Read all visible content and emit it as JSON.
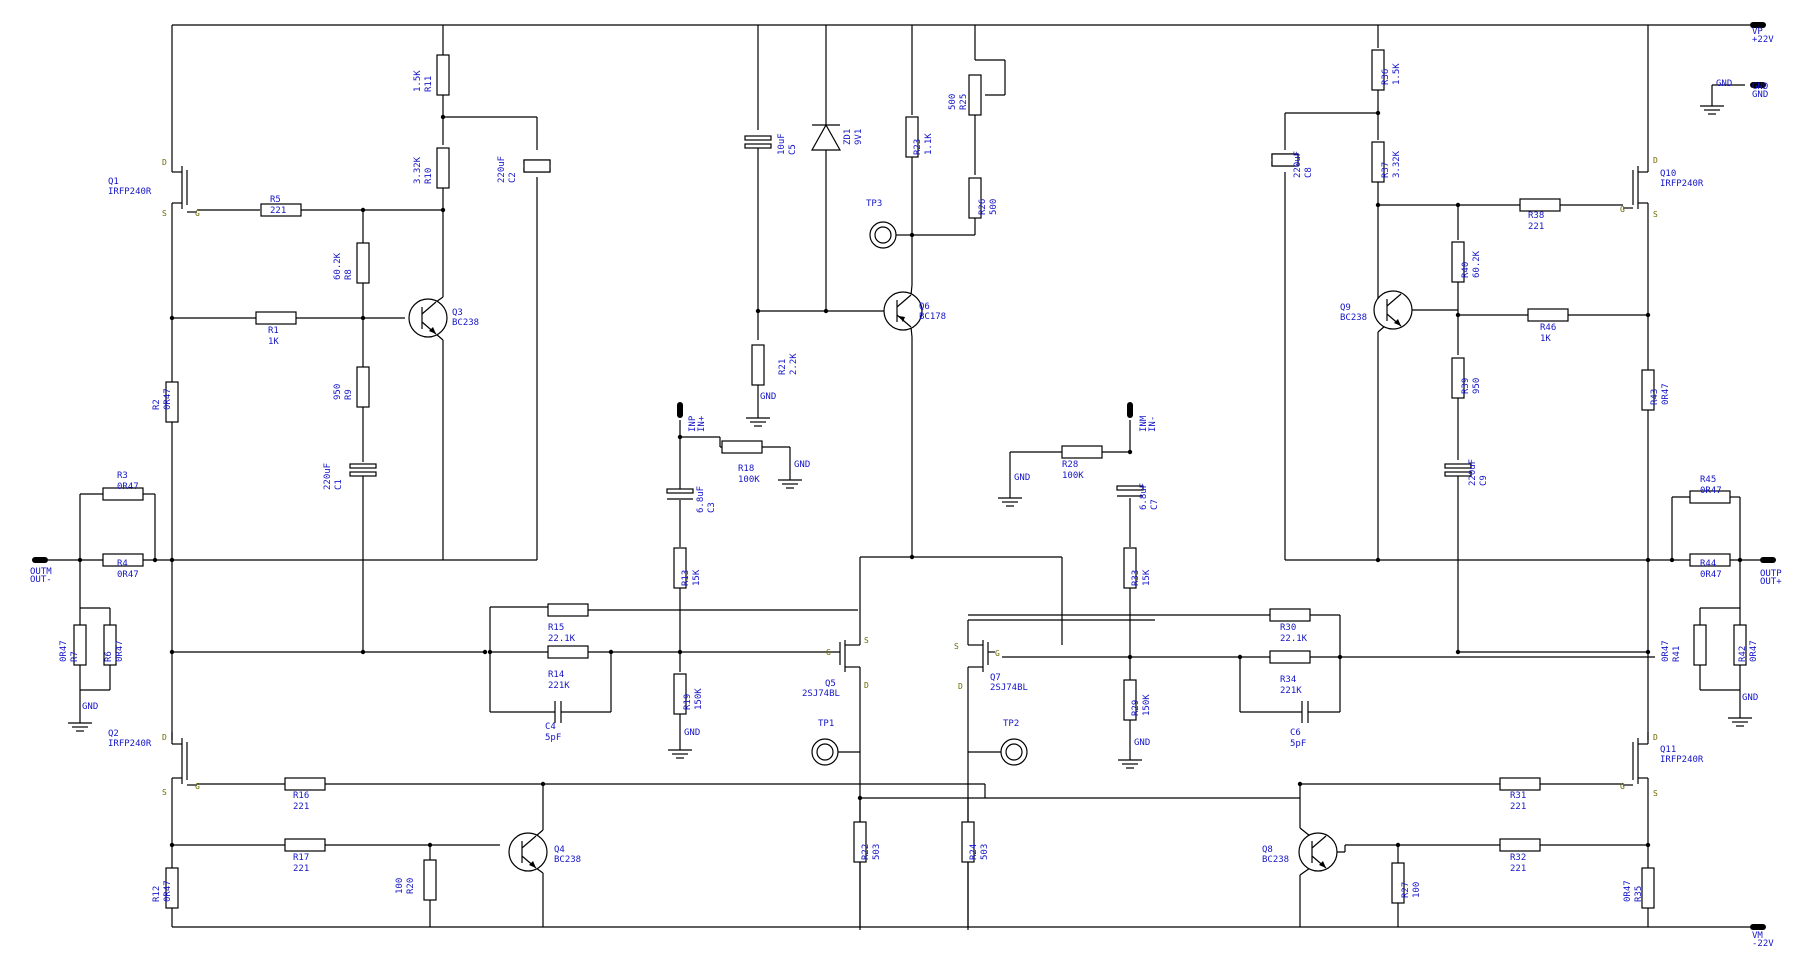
{
  "ports": {
    "vp": {
      "name": "VP",
      "value": "+22V"
    },
    "vm": {
      "name": "VM",
      "value": "-22V"
    },
    "gnd_top": {
      "name": "GND",
      "value": "GND"
    },
    "outm": {
      "name": "OUTM",
      "value": "OUT-"
    },
    "outp": {
      "name": "OUTP",
      "value": "OUT+"
    },
    "inp": {
      "name": "INP",
      "value": "IN+"
    },
    "inm": {
      "name": "INM",
      "value": "IN-"
    }
  },
  "ground_label": "GND",
  "pins": {
    "drain": "D",
    "source": "S",
    "gate": "G"
  },
  "components": {
    "R11": {
      "ref": "R11",
      "value": "1.5K"
    },
    "R10": {
      "ref": "R10",
      "value": "3.32K"
    },
    "C2": {
      "ref": "C2",
      "value": "220uF"
    },
    "Q1": {
      "ref": "Q1",
      "value": "IRFP240R"
    },
    "R5": {
      "ref": "R5",
      "value": "221"
    },
    "R8": {
      "ref": "R8",
      "value": "60.2K"
    },
    "Q3": {
      "ref": "Q3",
      "value": "BC238"
    },
    "R1": {
      "ref": "R1",
      "value": "1K"
    },
    "R2": {
      "ref": "R2",
      "value": "0R47"
    },
    "R9": {
      "ref": "R9",
      "value": "950"
    },
    "C1": {
      "ref": "C1",
      "value": "220uF"
    },
    "R3": {
      "ref": "R3",
      "value": "0R47"
    },
    "R4": {
      "ref": "R4",
      "value": "0R47"
    },
    "R7": {
      "ref": "R7",
      "value": "0R47"
    },
    "R6": {
      "ref": "R6",
      "value": "0R47"
    },
    "Q2": {
      "ref": "Q2",
      "value": "IRFP240R"
    },
    "R16": {
      "ref": "R16",
      "value": "221"
    },
    "R17": {
      "ref": "R17",
      "value": "221"
    },
    "R12": {
      "ref": "R12",
      "value": "0R47"
    },
    "R20": {
      "ref": "R20",
      "value": "100"
    },
    "Q4": {
      "ref": "Q4",
      "value": "BC238"
    },
    "C5": {
      "ref": "C5",
      "value": "10uF"
    },
    "ZD1": {
      "ref": "ZD1",
      "value": "9V1"
    },
    "R23": {
      "ref": "R23",
      "value": "1.1K"
    },
    "R25": {
      "ref": "R25",
      "value": "500"
    },
    "R26": {
      "ref": "R26",
      "value": "500"
    },
    "TP3": {
      "ref": "TP3",
      "value": ""
    },
    "Q6": {
      "ref": "Q6",
      "value": "BC178"
    },
    "R21": {
      "ref": "R21",
      "value": "2.2K"
    },
    "R18": {
      "ref": "R18",
      "value": "100K"
    },
    "C3": {
      "ref": "C3",
      "value": "6.8uF"
    },
    "R13": {
      "ref": "R13",
      "value": "15K"
    },
    "R15": {
      "ref": "R15",
      "value": "22.1K"
    },
    "R14": {
      "ref": "R14",
      "value": "221K"
    },
    "C4": {
      "ref": "C4",
      "value": "5pF"
    },
    "R19": {
      "ref": "R19",
      "value": "150K"
    },
    "Q5": {
      "ref": "Q5",
      "value": "2SJ74BL"
    },
    "TP1": {
      "ref": "TP1",
      "value": ""
    },
    "R22": {
      "ref": "R22",
      "value": "503"
    },
    "R24": {
      "ref": "R24",
      "value": "503"
    },
    "Q7": {
      "ref": "Q7",
      "value": "2SJ74BL"
    },
    "TP2": {
      "ref": "TP2",
      "value": ""
    },
    "R28": {
      "ref": "R28",
      "value": "100K"
    },
    "C7": {
      "ref": "C7",
      "value": "6.8uF"
    },
    "R33": {
      "ref": "R33",
      "value": "15K"
    },
    "R29": {
      "ref": "R29",
      "value": "150K"
    },
    "R30": {
      "ref": "R30",
      "value": "22.1K"
    },
    "R34": {
      "ref": "R34",
      "value": "221K"
    },
    "C6": {
      "ref": "C6",
      "value": "5pF"
    },
    "R36": {
      "ref": "R36",
      "value": "1.5K"
    },
    "R37": {
      "ref": "R37",
      "value": "3.32K"
    },
    "C8": {
      "ref": "C8",
      "value": "220uF"
    },
    "Q10": {
      "ref": "Q10",
      "value": "IRFP240R"
    },
    "R38": {
      "ref": "R38",
      "value": "221"
    },
    "R40": {
      "ref": "R40",
      "value": "60.2K"
    },
    "Q9": {
      "ref": "Q9",
      "value": "BC238"
    },
    "R46": {
      "ref": "R46",
      "value": "1K"
    },
    "R43": {
      "ref": "R43",
      "value": "0R47"
    },
    "R39": {
      "ref": "R39",
      "value": "950"
    },
    "C9": {
      "ref": "C9",
      "value": "220uF"
    },
    "R45": {
      "ref": "R45",
      "value": "0R47"
    },
    "R44": {
      "ref": "R44",
      "value": "0R47"
    },
    "R41": {
      "ref": "R41",
      "value": "0R47"
    },
    "R42": {
      "ref": "R42",
      "value": "0R47"
    },
    "Q11": {
      "ref": "Q11",
      "value": "IRFP240R"
    },
    "R31": {
      "ref": "R31",
      "value": "221"
    },
    "R32": {
      "ref": "R32",
      "value": "221"
    },
    "R35": {
      "ref": "R35",
      "value": "0R47"
    },
    "R27": {
      "ref": "R27",
      "value": "100"
    },
    "Q8": {
      "ref": "Q8",
      "value": "BC238"
    }
  }
}
